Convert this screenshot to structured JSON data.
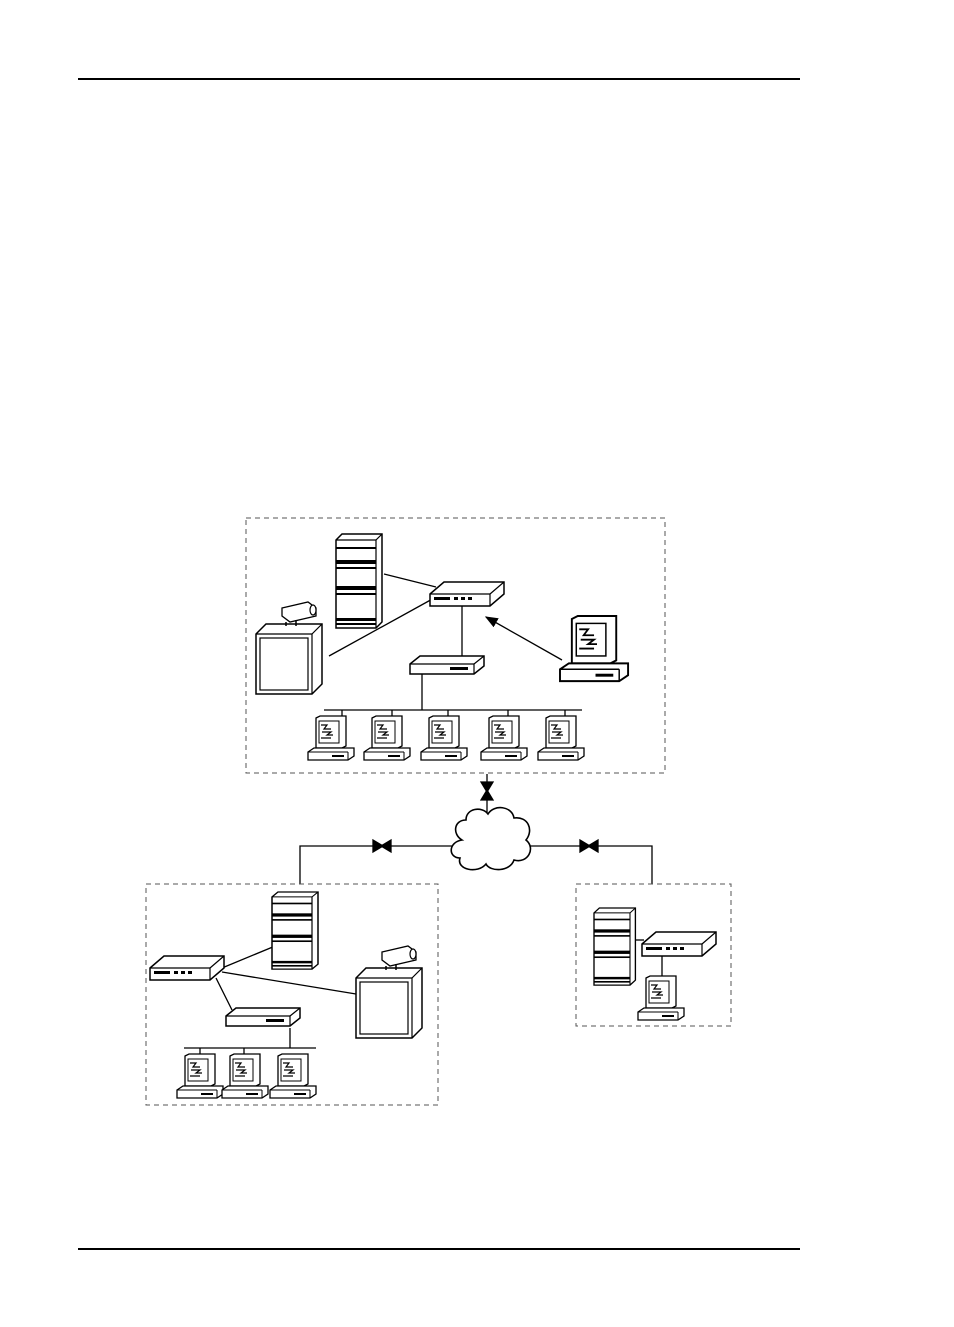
{
  "page": {
    "header_rule": true,
    "footer_rule": true
  },
  "diagram": {
    "type": "network-topology",
    "sites": [
      {
        "id": "main-site",
        "devices": [
          "storage-tower",
          "router",
          "network-switch",
          "video-camera",
          "video-monitor",
          "management-workstation",
          "client-workstation",
          "client-workstation",
          "client-workstation",
          "client-workstation",
          "client-workstation"
        ]
      },
      {
        "id": "branch-site-left",
        "devices": [
          "storage-tower",
          "router",
          "network-switch",
          "video-camera",
          "video-monitor",
          "client-workstation",
          "client-workstation",
          "client-workstation"
        ]
      },
      {
        "id": "branch-site-right",
        "devices": [
          "storage-tower",
          "router",
          "client-workstation"
        ]
      }
    ],
    "wan": "cloud-icon",
    "links": [
      {
        "from": "main-site",
        "to": "wan",
        "type": "bidirectional"
      },
      {
        "from": "wan",
        "to": "branch-site-left",
        "type": "bidirectional"
      },
      {
        "from": "wan",
        "to": "branch-site-right",
        "type": "bidirectional"
      },
      {
        "from": "management-workstation",
        "to": "router",
        "type": "arrow"
      }
    ],
    "colors": {
      "line": "#000000",
      "border": "#555555",
      "fill": "#ffffff"
    }
  }
}
